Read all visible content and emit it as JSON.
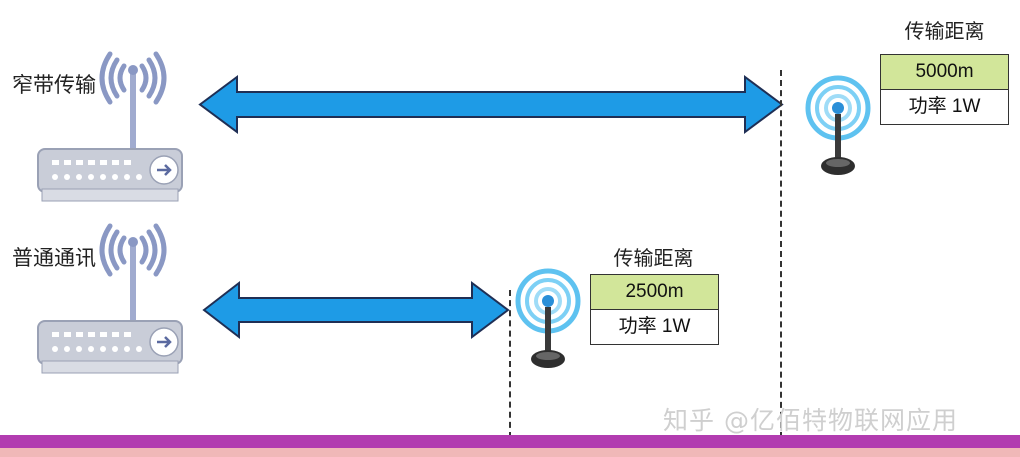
{
  "rows": [
    {
      "label": "窄带传输",
      "distance_title": "传输距离",
      "distance": "5000m",
      "power": "功率 1W"
    },
    {
      "label": "普通通讯",
      "distance_title": "传输距离",
      "distance": "2500m",
      "power": "功率 1W"
    }
  ],
  "watermark": "知乎 @亿佰特物联网应用",
  "colors": {
    "arrow": "#1e9be6",
    "distance_fill": "#d2e69a",
    "bottom_bar": "#b23cb0",
    "bottom_bar_under": "#f0b8b8",
    "router_body": "#c9cdd8",
    "antenna": "#8a98c4"
  },
  "icons": {
    "transmitter": "router-icon",
    "signal_waves": "signal-waves-icon",
    "receiver": "receiver-antenna-icon"
  }
}
